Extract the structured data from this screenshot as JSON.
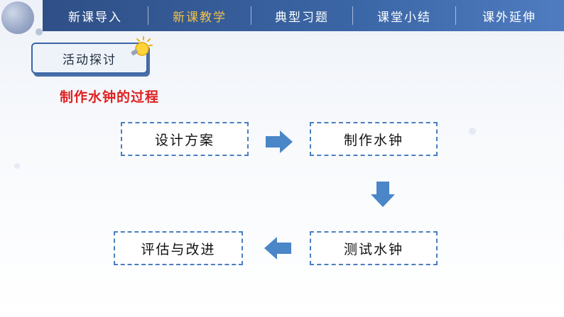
{
  "nav": {
    "items": [
      {
        "label": "新课导入",
        "active": false
      },
      {
        "label": "新课教学",
        "active": true
      },
      {
        "label": "典型习题",
        "active": false
      },
      {
        "label": "课堂小结",
        "active": false
      },
      {
        "label": "课外延伸",
        "active": false
      }
    ]
  },
  "activity": {
    "tag_label": "活动探讨"
  },
  "section": {
    "title": "制作水钟的过程"
  },
  "flow": {
    "steps": [
      "设计方案",
      "制作水钟",
      "测试水钟",
      "评估与改进"
    ]
  },
  "colors": {
    "nav_bg": "#3b66a6",
    "nav_active_text": "#f0c24a",
    "title_red": "#e02020",
    "step_border": "#4a7fc0",
    "arrow": "#4a86c8"
  },
  "icons": {
    "bulb": "lightbulb-icon",
    "arrow_right": "arrow-right-icon",
    "arrow_down": "arrow-down-icon",
    "arrow_left": "arrow-left-icon"
  }
}
